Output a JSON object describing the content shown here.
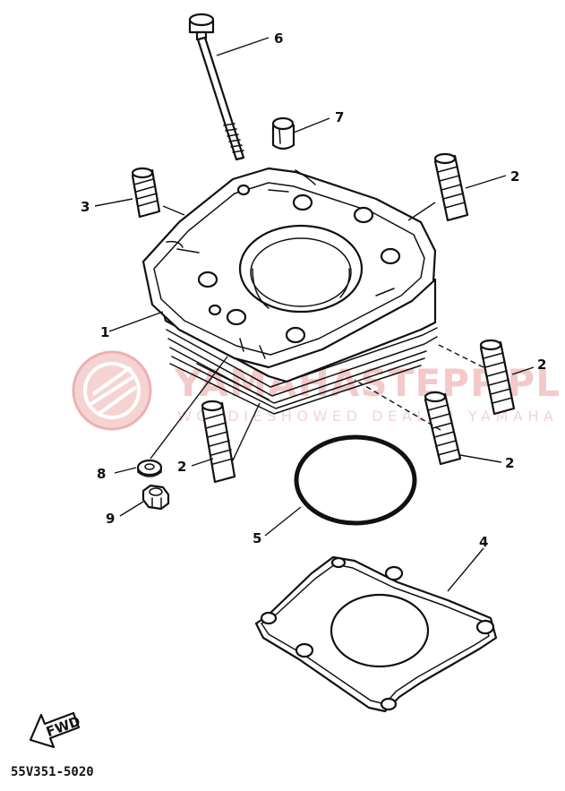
{
  "watermark": {
    "line1": "YAMAHASTEPP.PL",
    "line2": "WORDIESHOWED DEALER YAMAHA",
    "color": "#f0b8b8"
  },
  "callouts": [
    {
      "id": "c6",
      "label": "6"
    },
    {
      "id": "c7",
      "label": "7"
    },
    {
      "id": "c3",
      "label": "3"
    },
    {
      "id": "c2a",
      "label": "2"
    },
    {
      "id": "c1",
      "label": "1"
    },
    {
      "id": "c2b",
      "label": "2"
    },
    {
      "id": "c8",
      "label": "8"
    },
    {
      "id": "c2c",
      "label": "2"
    },
    {
      "id": "c2d",
      "label": "2"
    },
    {
      "id": "c9",
      "label": "9"
    },
    {
      "id": "c5",
      "label": "5"
    },
    {
      "id": "c4",
      "label": "4"
    }
  ],
  "direction_badge": {
    "label": "FWD"
  },
  "diagram_code": "55V351-5020"
}
